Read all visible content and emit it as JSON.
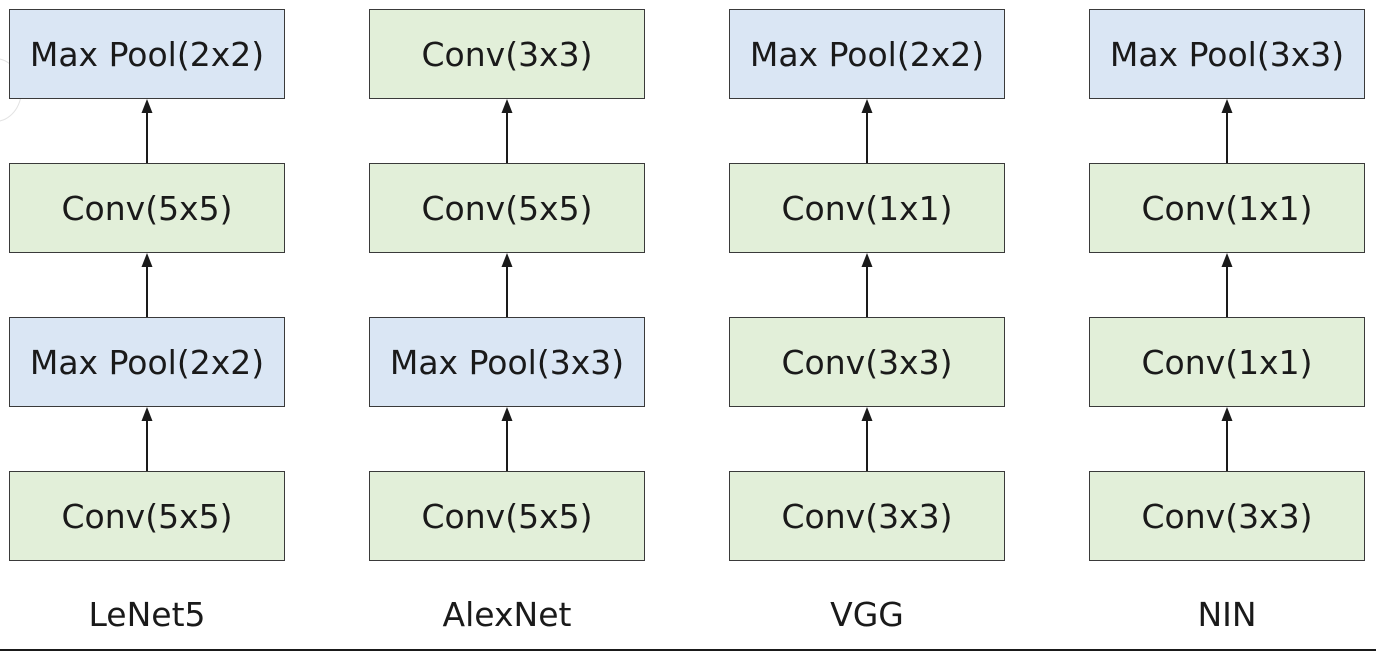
{
  "colors": {
    "conv_fill": "#e2efd9",
    "pool_fill": "#dae6f4",
    "border": "#3a3a3a",
    "text": "#1a1a1a"
  },
  "networks": [
    {
      "name": "LeNet5",
      "layers": [
        {
          "label": "Max Pool(2x2)",
          "kind": "pool"
        },
        {
          "label": "Conv(5x5)",
          "kind": "conv"
        },
        {
          "label": "Max Pool(2x2)",
          "kind": "pool"
        },
        {
          "label": "Conv(5x5)",
          "kind": "conv"
        }
      ]
    },
    {
      "name": "AlexNet",
      "layers": [
        {
          "label": "Conv(3x3)",
          "kind": "conv"
        },
        {
          "label": "Conv(5x5)",
          "kind": "conv"
        },
        {
          "label": "Max Pool(3x3)",
          "kind": "pool"
        },
        {
          "label": "Conv(5x5)",
          "kind": "conv"
        }
      ]
    },
    {
      "name": "VGG",
      "layers": [
        {
          "label": "Max Pool(2x2)",
          "kind": "pool"
        },
        {
          "label": "Conv(1x1)",
          "kind": "conv"
        },
        {
          "label": "Conv(3x3)",
          "kind": "conv"
        },
        {
          "label": "Conv(3x3)",
          "kind": "conv"
        }
      ]
    },
    {
      "name": "NIN",
      "layers": [
        {
          "label": "Max Pool(3x3)",
          "kind": "pool"
        },
        {
          "label": "Conv(1x1)",
          "kind": "conv"
        },
        {
          "label": "Conv(1x1)",
          "kind": "conv"
        },
        {
          "label": "Conv(3x3)",
          "kind": "conv"
        }
      ]
    }
  ]
}
